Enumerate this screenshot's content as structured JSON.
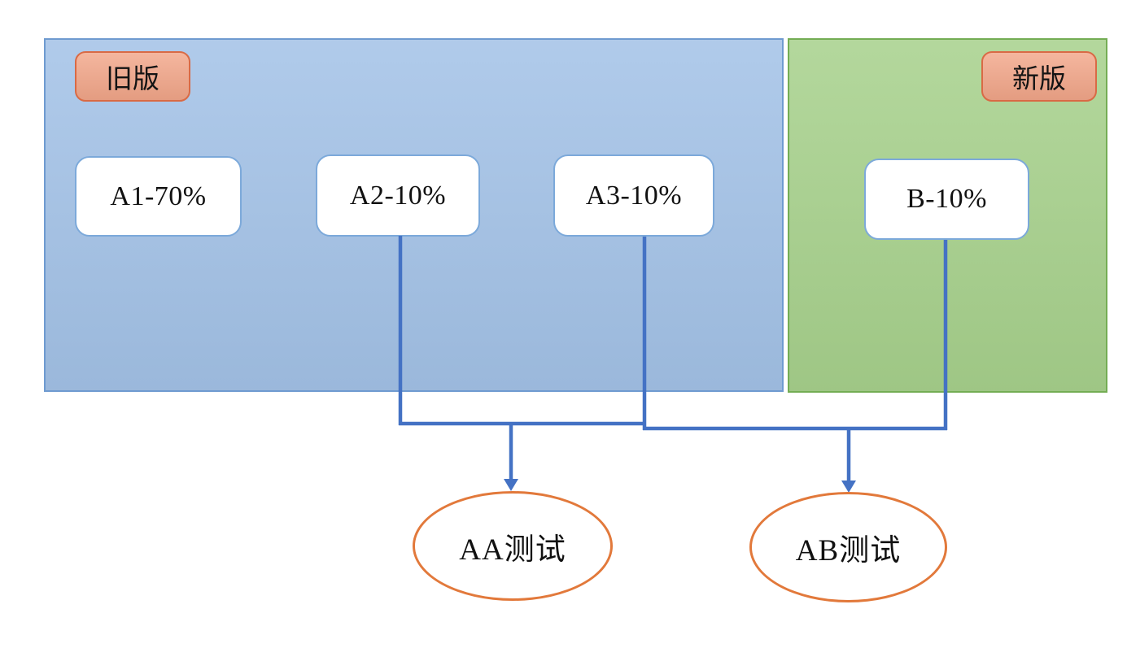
{
  "diagram": {
    "zones": [
      {
        "id": "old",
        "label": "旧版"
      },
      {
        "id": "new",
        "label": "新版"
      }
    ],
    "nodes": [
      {
        "id": "A1",
        "label": "A1-70%",
        "zone": "old",
        "share_percent": 70
      },
      {
        "id": "A2",
        "label": "A2-10%",
        "zone": "old",
        "share_percent": 10
      },
      {
        "id": "A3",
        "label": "A3-10%",
        "zone": "old",
        "share_percent": 10
      },
      {
        "id": "B",
        "label": "B-10%",
        "zone": "new",
        "share_percent": 10
      }
    ],
    "outcomes": [
      {
        "id": "AA",
        "label": "AA测试",
        "sources": [
          "A2",
          "A3"
        ]
      },
      {
        "id": "AB",
        "label": "AB测试",
        "sources": [
          "A3",
          "B"
        ]
      }
    ]
  },
  "colors": {
    "zone_old_fill": "#a3c2e7",
    "zone_old_border": "#6f9bd0",
    "zone_new_fill": "#a7d18c",
    "zone_new_border": "#74ad54",
    "tag_fill": "#f2a689",
    "tag_border": "#d96a45",
    "node_fill": "#ffffff",
    "node_border": "#7ca9da",
    "connector": "#4472c4",
    "ellipse_border": "#e2793b",
    "text": "#111111"
  }
}
